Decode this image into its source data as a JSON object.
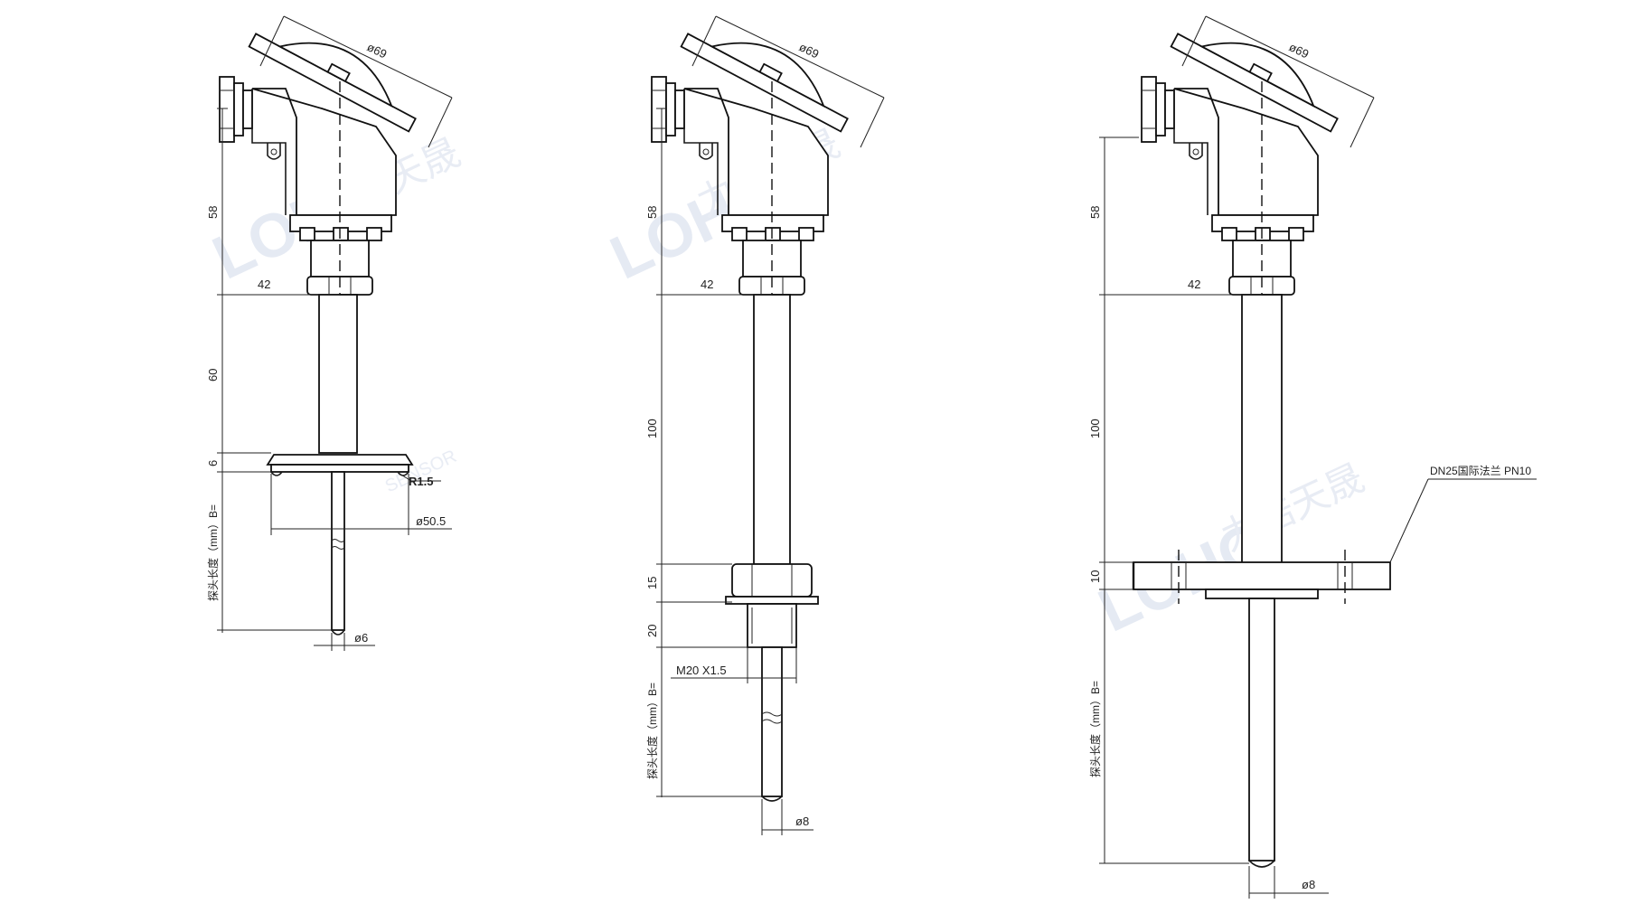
{
  "diagram_a": {
    "dia_head": "ø69",
    "head_height": "58",
    "fitting_width": "42",
    "stem_length": "60",
    "clamp_thickness": "6",
    "clamp_radius": "R1.5",
    "clamp_diameter": "ø50.5",
    "probe_diameter": "ø6",
    "probe_length": "探头长度（mm）B="
  },
  "diagram_b": {
    "dia_head": "ø69",
    "head_height": "58",
    "fitting_width": "42",
    "stem_length": "100",
    "hex_height": "15",
    "thread_length": "20",
    "thread_spec": "M20 X1.5",
    "probe_diameter": "ø8",
    "probe_length": "探头长度（mm）B="
  },
  "diagram_c": {
    "dia_head": "ø69",
    "head_height": "58",
    "fitting_width": "42",
    "stem_length": "100",
    "flange_thickness": "10",
    "flange_spec": "DN25国际法兰 PN10",
    "probe_diameter": "ø8",
    "probe_length": "探头长度（mm）B="
  },
  "watermark": {
    "logo": "LOHO",
    "cn": "力浩天晟",
    "en": "SENSOR"
  }
}
